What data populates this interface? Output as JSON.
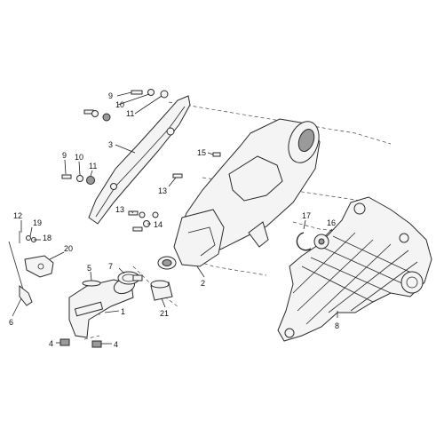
{
  "diagram": {
    "callouts": [
      {
        "id": "c9a",
        "text": "9"
      },
      {
        "id": "c10a",
        "text": "10"
      },
      {
        "id": "c11a",
        "text": "11"
      },
      {
        "id": "c3",
        "text": "3"
      },
      {
        "id": "c9b",
        "text": "9"
      },
      {
        "id": "c10b",
        "text": "10"
      },
      {
        "id": "c11b",
        "text": "11"
      },
      {
        "id": "c15",
        "text": "15"
      },
      {
        "id": "c13a",
        "text": "13"
      },
      {
        "id": "c13b",
        "text": "13"
      },
      {
        "id": "c14",
        "text": "14"
      },
      {
        "id": "c12",
        "text": "12"
      },
      {
        "id": "c19",
        "text": "19"
      },
      {
        "id": "c18",
        "text": "18"
      },
      {
        "id": "c20",
        "text": "20"
      },
      {
        "id": "c6",
        "text": "6"
      },
      {
        "id": "c5",
        "text": "5"
      },
      {
        "id": "c7",
        "text": "7"
      },
      {
        "id": "c1",
        "text": "1"
      },
      {
        "id": "c2",
        "text": "2"
      },
      {
        "id": "c21",
        "text": "21"
      },
      {
        "id": "c17",
        "text": "17"
      },
      {
        "id": "c16",
        "text": "16"
      },
      {
        "id": "c8",
        "text": "8"
      },
      {
        "id": "c4a",
        "text": "4"
      },
      {
        "id": "c4b",
        "text": "4"
      }
    ]
  }
}
